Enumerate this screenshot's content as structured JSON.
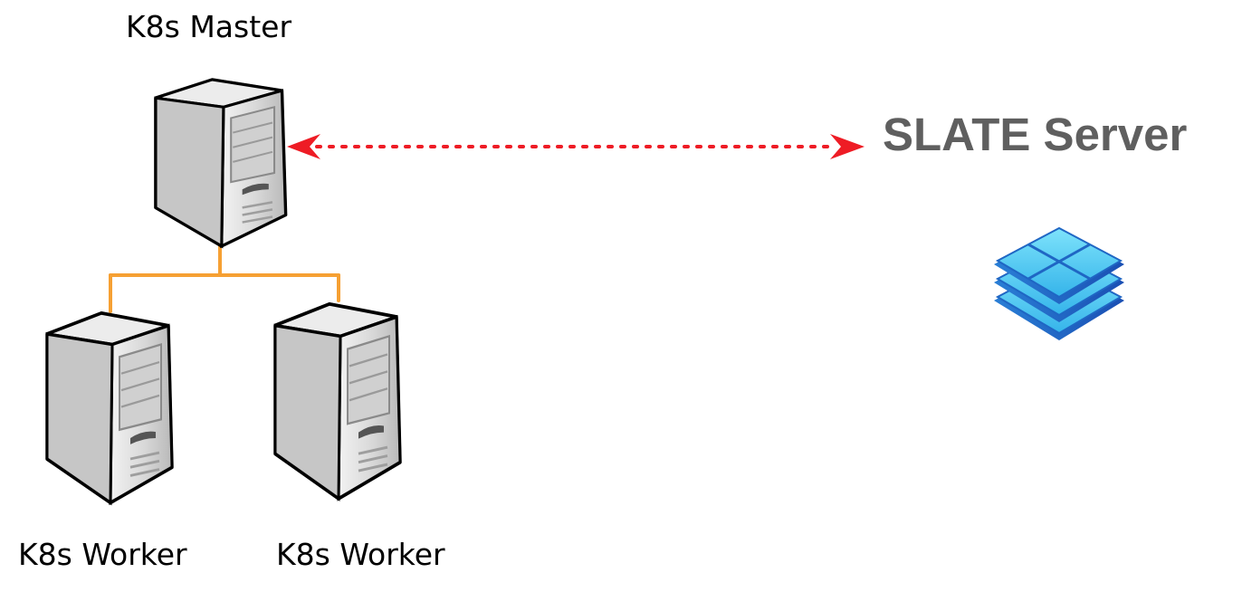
{
  "nodes": {
    "master": {
      "label": "K8s Master",
      "icon": "server-tower-icon"
    },
    "workers": [
      {
        "label": "K8s Worker",
        "icon": "server-tower-icon"
      },
      {
        "label": "K8s Worker",
        "icon": "server-tower-icon"
      }
    ],
    "slate": {
      "label": "SLATE Server",
      "icon": "stacked-layers-icon"
    }
  },
  "edges": [
    {
      "from": "master",
      "to": "slate",
      "style": "dotted",
      "direction": "bidirectional"
    },
    {
      "from": "master",
      "to": "worker-1",
      "style": "solid"
    },
    {
      "from": "master",
      "to": "worker-2",
      "style": "solid"
    }
  ],
  "colors": {
    "connection_link": "#f6a033",
    "dotted_link": "#ee1c25",
    "slate_title": "#5f5f5f",
    "server_body": "#d5d5d5",
    "server_outline": "#000000",
    "layers_icon": "#35b4ea"
  }
}
